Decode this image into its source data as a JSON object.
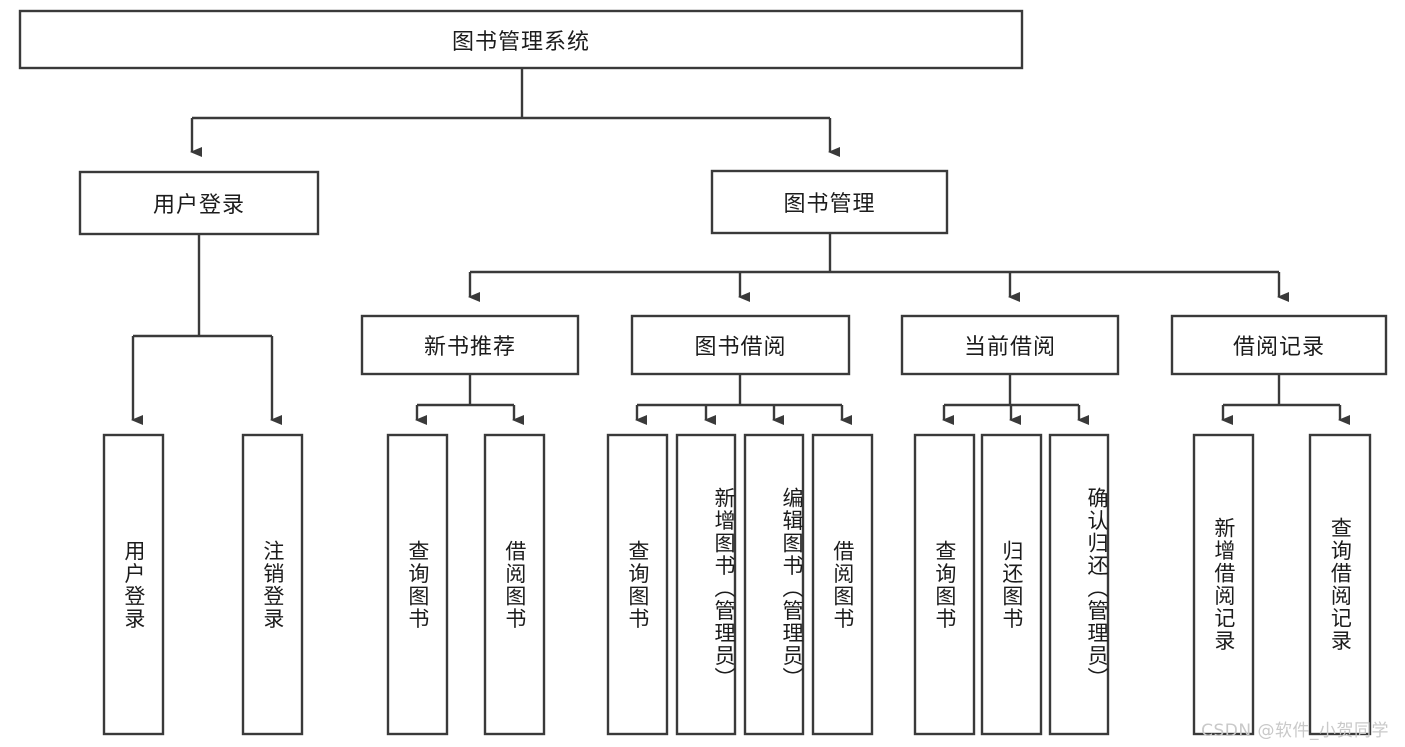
{
  "diagram": {
    "type": "tree",
    "title": "图书管理系统",
    "watermark": "CSDN @软件_小贺同学",
    "root": {
      "label": "图书管理系统"
    },
    "level2": [
      {
        "label": "用户登录"
      },
      {
        "label": "图书管理"
      }
    ],
    "level3": [
      {
        "label": "新书推荐"
      },
      {
        "label": "图书借阅"
      },
      {
        "label": "当前借阅"
      },
      {
        "label": "借阅记录"
      }
    ],
    "leaves": {
      "user_login": [
        {
          "label": "用户登录"
        },
        {
          "label": "注销登录"
        }
      ],
      "new_book_recommend": [
        {
          "label": "查询图书"
        },
        {
          "label": "借阅图书"
        }
      ],
      "book_borrow": [
        {
          "label": "查询图书"
        },
        {
          "label": "新增图书（管理员）"
        },
        {
          "label": "编辑图书（管理员）"
        },
        {
          "label": "借阅图书"
        }
      ],
      "current_borrow": [
        {
          "label": "查询图书"
        },
        {
          "label": "归还图书"
        },
        {
          "label": "确认归还（管理员）"
        }
      ],
      "borrow_record": [
        {
          "label": "新增借阅记录"
        },
        {
          "label": "查询借阅记录"
        }
      ]
    },
    "colors": {
      "stroke": "#3a3a3a",
      "fill": "#ffffff",
      "text": "#1c1c1c",
      "watermark": "#c9c9c9"
    }
  }
}
